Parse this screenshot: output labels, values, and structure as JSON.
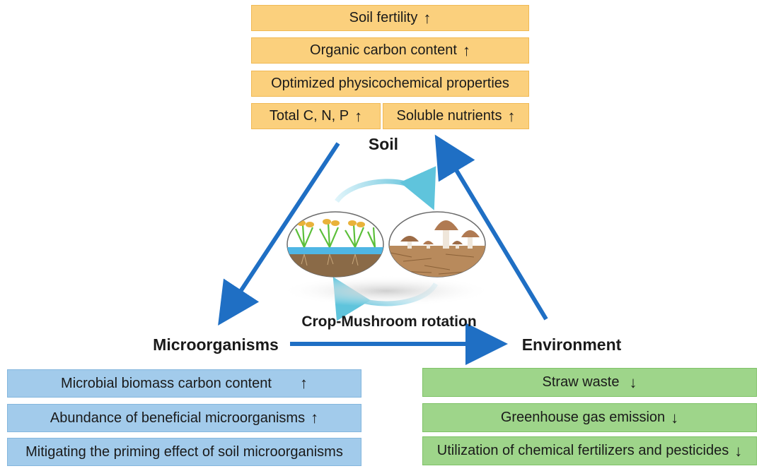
{
  "soil": {
    "title": "Soil",
    "items": [
      {
        "text": "Soil fertility",
        "trend": "↑"
      },
      {
        "text": "Organic carbon content",
        "trend": "↑"
      },
      {
        "text": "Optimized physicochemical properties",
        "trend": ""
      },
      {
        "text": "Total C, N, P",
        "trend": "↑"
      },
      {
        "text": "Soluble nutrients",
        "trend": "↑"
      }
    ]
  },
  "center": {
    "title": "Crop-Mushroom rotation"
  },
  "microorganisms": {
    "title": "Microorganisms",
    "items": [
      {
        "text": "Microbial biomass carbon content",
        "trend": "↑"
      },
      {
        "text": "Abundance of beneficial microorganisms",
        "trend": "↑"
      },
      {
        "text": "Mitigating the priming effect of soil microorganisms",
        "trend": ""
      }
    ]
  },
  "environment": {
    "title": "Environment",
    "items": [
      {
        "text": "Straw waste",
        "trend": "↓"
      },
      {
        "text": "Greenhouse gas emission",
        "trend": "↓"
      },
      {
        "text": "Utilization of chemical fertilizers and pesticides",
        "trend": "↓"
      }
    ]
  },
  "colors": {
    "soil": "#fbd07d",
    "microorganisms": "#a2cbeb",
    "environment": "#9ed58a",
    "arrow": "#1f6fc4",
    "cycle_arrow": "#5fc4dc"
  }
}
